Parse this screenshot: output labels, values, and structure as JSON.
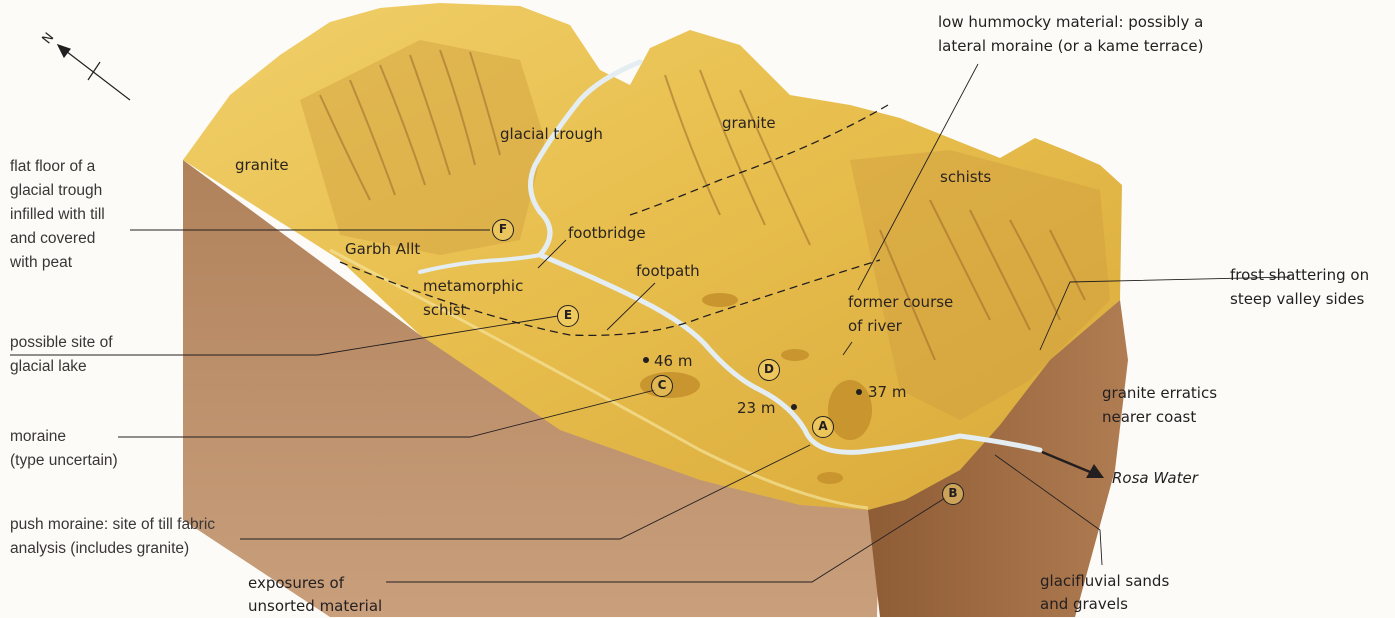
{
  "compass": {
    "letter": "N"
  },
  "side_labels": {
    "flat_floor": [
      "flat floor of a",
      "glacial trough",
      "infilled with till",
      "and covered",
      "with peat"
    ],
    "glacial_lake": [
      "possible site of",
      "glacial lake"
    ],
    "moraine": [
      "moraine",
      "(type uncertain)"
    ],
    "push_moraine": [
      "push moraine: site of till fabric",
      "analysis (includes granite)"
    ],
    "exposures": [
      "exposures of",
      "unsorted material"
    ],
    "hummocky": [
      "low hummocky material: possibly a",
      "lateral moraine (or a kame terrace)"
    ],
    "frost": [
      "frost shattering on",
      "steep valley sides"
    ],
    "erratics": [
      "granite erratics",
      "nearer coast"
    ],
    "glacifluvial": [
      "glacifluvial sands",
      "and gravels"
    ],
    "rosa_water": "Rosa Water"
  },
  "map_labels": {
    "granite_left": "granite",
    "granite_right": "granite",
    "glacial_trough": "glacial trough",
    "schists": "schists",
    "garbh_allt": "Garbh Allt",
    "footbridge": "footbridge",
    "metamorphic_schist": [
      "metamorphic",
      "schist"
    ],
    "footpath": "footpath",
    "former_course": [
      "former course",
      "of river"
    ]
  },
  "elevations": {
    "e46": "46 m",
    "e37": "37 m",
    "e23": "23 m"
  },
  "site_markers": {
    "A": "A",
    "B": "B",
    "C": "C",
    "D": "D",
    "E": "E",
    "F": "F"
  }
}
